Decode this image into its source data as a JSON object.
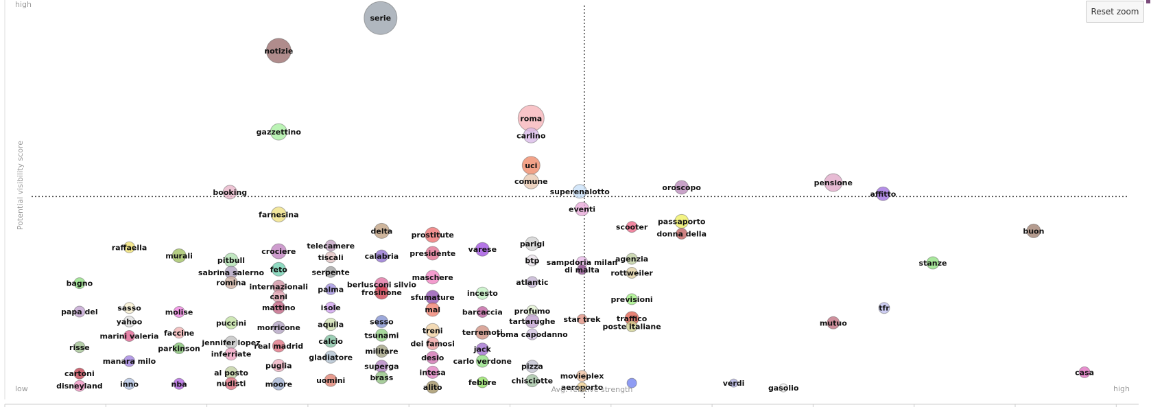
{
  "controls": {
    "reset_zoom_label": "Reset zoom"
  },
  "chart_data": {
    "type": "scatter",
    "title": "",
    "xlabel": "Avg. relative strength",
    "ylabel": "Potential visibility score",
    "corner_labels": {
      "y_high": "high",
      "y_low": "low",
      "x_high": "high"
    },
    "xlim": [
      0,
      100
    ],
    "ylim": [
      0,
      100
    ],
    "reference_lines": {
      "x": 51.2,
      "y": 50.8
    },
    "grid": false,
    "points": [
      {
        "label": "serie",
        "x": 33.2,
        "y": 95.5,
        "size": 24,
        "color": "#9aa3ad"
      },
      {
        "label": "notizie",
        "x": 24.2,
        "y": 87.3,
        "size": 18,
        "color": "#9a6b6b"
      },
      {
        "label": "gazzettino",
        "x": 24.2,
        "y": 67.0,
        "size": 12,
        "color": "#a8f0a0"
      },
      {
        "label": "booking",
        "x": 19.9,
        "y": 51.9,
        "size": 10,
        "color": "#e8b4c8"
      },
      {
        "label": "roma",
        "x": 46.5,
        "y": 70.4,
        "size": 19,
        "color": "#f6b4b8"
      },
      {
        "label": "carlino",
        "x": 46.5,
        "y": 66.1,
        "size": 11,
        "color": "#d8b8e8"
      },
      {
        "label": "uci",
        "x": 46.5,
        "y": 58.6,
        "size": 13,
        "color": "#ee8866"
      },
      {
        "label": "comune",
        "x": 46.5,
        "y": 54.6,
        "size": 11,
        "color": "#e8c8b0"
      },
      {
        "label": "superenalotto",
        "x": 50.8,
        "y": 52.1,
        "size": 10,
        "color": "#c8e0f8"
      },
      {
        "label": "oroscopo",
        "x": 59.8,
        "y": 53.1,
        "size": 10,
        "color": "#b888b8"
      },
      {
        "label": "pensione",
        "x": 73.2,
        "y": 54.3,
        "size": 13,
        "color": "#e0a8c8"
      },
      {
        "label": "affitto",
        "x": 77.6,
        "y": 51.5,
        "size": 10,
        "color": "#a070e0"
      },
      {
        "label": "eventi",
        "x": 51.0,
        "y": 47.7,
        "size": 10,
        "color": "#e8a8d8"
      },
      {
        "label": "farnesina",
        "x": 24.2,
        "y": 46.3,
        "size": 11,
        "color": "#f0e080"
      },
      {
        "label": "delta",
        "x": 33.3,
        "y": 42.2,
        "size": 11,
        "color": "#c0a080"
      },
      {
        "label": "prostitute",
        "x": 37.8,
        "y": 41.2,
        "size": 11,
        "color": "#ee7070"
      },
      {
        "label": "scooter",
        "x": 55.4,
        "y": 43.2,
        "size": 8,
        "color": "#ee6688"
      },
      {
        "label": "passaporto",
        "x": 59.8,
        "y": 44.6,
        "size": 10,
        "color": "#f0f060"
      },
      {
        "label": "donna della",
        "x": 59.8,
        "y": 41.5,
        "size": 8,
        "color": "#c06060"
      },
      {
        "label": "buon",
        "x": 90.9,
        "y": 42.2,
        "size": 10,
        "color": "#a08070"
      },
      {
        "label": "raffaella",
        "x": 11.0,
        "y": 38.1,
        "size": 8,
        "color": "#f0e070"
      },
      {
        "label": "murali",
        "x": 15.4,
        "y": 36.0,
        "size": 10,
        "color": "#a0c060"
      },
      {
        "label": "telecamere",
        "x": 28.8,
        "y": 38.5,
        "size": 8,
        "color": "#c0a0c0"
      },
      {
        "label": "crociere",
        "x": 24.2,
        "y": 37.1,
        "size": 11,
        "color": "#c080c0"
      },
      {
        "label": "calabria",
        "x": 33.3,
        "y": 35.9,
        "size": 9,
        "color": "#9070d0"
      },
      {
        "label": "presidente",
        "x": 37.8,
        "y": 36.6,
        "size": 10,
        "color": "#e07090"
      },
      {
        "label": "varese",
        "x": 42.2,
        "y": 37.6,
        "size": 10,
        "color": "#a050e0"
      },
      {
        "label": "parigi",
        "x": 46.6,
        "y": 39.0,
        "size": 10,
        "color": "#d0d0d0"
      },
      {
        "label": "tiscali",
        "x": 28.8,
        "y": 35.6,
        "size": 8,
        "color": "#e0c0c0"
      },
      {
        "label": "pitbull",
        "x": 20.0,
        "y": 34.9,
        "size": 10,
        "color": "#b0e0b0"
      },
      {
        "label": "btp",
        "x": 46.6,
        "y": 34.8,
        "size": 8,
        "color": "#e8e0e8"
      },
      {
        "label": "sampdoria milan",
        "x": 51.0,
        "y": 34.4,
        "size": 8,
        "color": "#e8b8e8"
      },
      {
        "label": "agenzia",
        "x": 55.4,
        "y": 35.2,
        "size": 8,
        "color": "#c0d0a0"
      },
      {
        "label": "stanze",
        "x": 82.0,
        "y": 34.2,
        "size": 9,
        "color": "#90e080"
      },
      {
        "label": "feto",
        "x": 24.2,
        "y": 32.6,
        "size": 10,
        "color": "#70d0b0"
      },
      {
        "label": "sabrina salerno",
        "x": 20.0,
        "y": 31.8,
        "size": 9,
        "color": "#b0a0c0"
      },
      {
        "label": "serpente",
        "x": 28.8,
        "y": 31.9,
        "size": 8,
        "color": "#a0a0a0"
      },
      {
        "label": "maschere",
        "x": 37.8,
        "y": 30.6,
        "size": 10,
        "color": "#f080c0"
      },
      {
        "label": "rottweiler",
        "x": 55.4,
        "y": 31.7,
        "size": 8,
        "color": "#e0d0a0"
      },
      {
        "label": "bagno",
        "x": 6.6,
        "y": 29.1,
        "size": 8,
        "color": "#90e080"
      },
      {
        "label": "romina",
        "x": 20.0,
        "y": 29.3,
        "size": 9,
        "color": "#d0b0a0"
      },
      {
        "label": "internazionali",
        "x": 24.2,
        "y": 28.3,
        "size": 9,
        "color": "#d090a0"
      },
      {
        "label": "palma",
        "x": 28.8,
        "y": 27.6,
        "size": 8,
        "color": "#a090e0"
      },
      {
        "label": "berlusconi silvio",
        "x": 33.3,
        "y": 28.8,
        "size": 10,
        "color": "#e070a0"
      },
      {
        "label": "incesto",
        "x": 42.2,
        "y": 26.6,
        "size": 9,
        "color": "#c0f0c0"
      },
      {
        "label": "atlantic",
        "x": 46.6,
        "y": 29.4,
        "size": 8,
        "color": "#c0b0d0"
      },
      {
        "label": "di malta",
        "x": 51.0,
        "y": 32.5,
        "size": 7,
        "color": "#905090"
      },
      {
        "label": "cani",
        "x": 24.2,
        "y": 25.8,
        "size": 9,
        "color": "#e0a0b0"
      },
      {
        "label": "sfumature",
        "x": 37.8,
        "y": 25.6,
        "size": 10,
        "color": "#9050b0"
      },
      {
        "label": "previsioni",
        "x": 55.4,
        "y": 25.1,
        "size": 8,
        "color": "#a0f080"
      },
      {
        "label": "frosinone",
        "x": 33.3,
        "y": 26.8,
        "size": 10,
        "color": "#d04050"
      },
      {
        "label": "sasso",
        "x": 11.0,
        "y": 22.9,
        "size": 8,
        "color": "#f8f0d0"
      },
      {
        "label": "isole",
        "x": 28.8,
        "y": 23.0,
        "size": 8,
        "color": "#d0a0f0"
      },
      {
        "label": "mattino",
        "x": 24.2,
        "y": 23.0,
        "size": 9,
        "color": "#c06080"
      },
      {
        "label": "mal",
        "x": 37.8,
        "y": 22.5,
        "size": 10,
        "color": "#f08070"
      },
      {
        "label": "barcaccia",
        "x": 42.2,
        "y": 21.9,
        "size": 8,
        "color": "#c060a0"
      },
      {
        "label": "profumo",
        "x": 46.6,
        "y": 22.2,
        "size": 8,
        "color": "#e0f0d0"
      },
      {
        "label": "tfr",
        "x": 77.7,
        "y": 22.9,
        "size": 8,
        "color": "#c0c0f0"
      },
      {
        "label": "papa del",
        "x": 6.6,
        "y": 22.0,
        "size": 8,
        "color": "#c0a0d0"
      },
      {
        "label": "molise",
        "x": 15.4,
        "y": 21.9,
        "size": 8,
        "color": "#f080e0"
      },
      {
        "label": "yahoo",
        "x": 11.0,
        "y": 19.5,
        "size": 8,
        "color": "#e0e0e0"
      },
      {
        "label": "star trek",
        "x": 51.0,
        "y": 20.1,
        "size": 7,
        "color": "#e09080"
      },
      {
        "label": "traffico",
        "x": 55.4,
        "y": 20.3,
        "size": 10,
        "color": "#e06050"
      },
      {
        "label": "tartarughe",
        "x": 46.6,
        "y": 19.6,
        "size": 10,
        "color": "#c0a0d0"
      },
      {
        "label": "aquila",
        "x": 28.8,
        "y": 18.8,
        "size": 9,
        "color": "#d0e0b0"
      },
      {
        "label": "sesso",
        "x": 33.3,
        "y": 19.5,
        "size": 9,
        "color": "#8090d0"
      },
      {
        "label": "puccini",
        "x": 20.0,
        "y": 19.2,
        "size": 9,
        "color": "#c0e0a0"
      },
      {
        "label": "mutuo",
        "x": 73.2,
        "y": 19.2,
        "size": 9,
        "color": "#c07080"
      },
      {
        "label": "morricone",
        "x": 24.2,
        "y": 18.0,
        "size": 9,
        "color": "#b0a0c0"
      },
      {
        "label": "poste italiane",
        "x": 55.4,
        "y": 18.3,
        "size": 8,
        "color": "#d0d090"
      },
      {
        "label": "treni",
        "x": 37.8,
        "y": 17.3,
        "size": 10,
        "color": "#f0d0a0"
      },
      {
        "label": "faccine",
        "x": 15.4,
        "y": 16.7,
        "size": 8,
        "color": "#f0b0b0"
      },
      {
        "label": "terremoti",
        "x": 42.2,
        "y": 16.8,
        "size": 10,
        "color": "#d09080"
      },
      {
        "label": "tsunami",
        "x": 33.3,
        "y": 16.1,
        "size": 9,
        "color": "#90d080"
      },
      {
        "label": "roma capodanno",
        "x": 46.6,
        "y": 16.3,
        "size": 8,
        "color": "#d0c0e0"
      },
      {
        "label": "marini valeria",
        "x": 11.0,
        "y": 15.9,
        "size": 8,
        "color": "#e06090"
      },
      {
        "label": "calcio",
        "x": 28.8,
        "y": 14.6,
        "size": 9,
        "color": "#80c0a0"
      },
      {
        "label": "jennifer lopez",
        "x": 20.0,
        "y": 14.3,
        "size": 9,
        "color": "#c0c0c0"
      },
      {
        "label": "real madrid",
        "x": 24.2,
        "y": 13.4,
        "size": 9,
        "color": "#e07080"
      },
      {
        "label": "dei famosi",
        "x": 37.8,
        "y": 14.0,
        "size": 9,
        "color": "#f0a0a0"
      },
      {
        "label": "risse",
        "x": 6.6,
        "y": 13.1,
        "size": 8,
        "color": "#a0c090"
      },
      {
        "label": "parkinson",
        "x": 15.4,
        "y": 12.8,
        "size": 8,
        "color": "#80c070"
      },
      {
        "label": "militare",
        "x": 33.3,
        "y": 12.1,
        "size": 9,
        "color": "#a0a080"
      },
      {
        "label": "jack",
        "x": 42.2,
        "y": 12.6,
        "size": 9,
        "color": "#a070d0"
      },
      {
        "label": "inferriate",
        "x": 20.0,
        "y": 11.4,
        "size": 9,
        "color": "#f0a0c0"
      },
      {
        "label": "gladiatore",
        "x": 28.8,
        "y": 10.6,
        "size": 9,
        "color": "#b0c0d0"
      },
      {
        "label": "desio",
        "x": 37.8,
        "y": 10.5,
        "size": 9,
        "color": "#d070b0"
      },
      {
        "label": "manara milo",
        "x": 11.0,
        "y": 9.6,
        "size": 8,
        "color": "#a080e0"
      },
      {
        "label": "carlo verdone",
        "x": 42.2,
        "y": 9.6,
        "size": 9,
        "color": "#90e080"
      },
      {
        "label": "pizza",
        "x": 46.6,
        "y": 8.3,
        "size": 9,
        "color": "#c0c0d0"
      },
      {
        "label": "puglia",
        "x": 24.2,
        "y": 8.5,
        "size": 9,
        "color": "#f0b0c0"
      },
      {
        "label": "superga",
        "x": 33.3,
        "y": 8.3,
        "size": 9,
        "color": "#b080c0"
      },
      {
        "label": "intesa",
        "x": 37.8,
        "y": 6.8,
        "size": 9,
        "color": "#e080c0"
      },
      {
        "label": "al posto",
        "x": 20.0,
        "y": 6.7,
        "size": 9,
        "color": "#c0d0a0"
      },
      {
        "label": "cartoni",
        "x": 6.6,
        "y": 6.5,
        "size": 8,
        "color": "#c04050"
      },
      {
        "label": "brass",
        "x": 33.3,
        "y": 5.5,
        "size": 9,
        "color": "#90c080"
      },
      {
        "label": "movieplex",
        "x": 51.0,
        "y": 5.9,
        "size": 8,
        "color": "#f0c0a0"
      },
      {
        "label": "uomini",
        "x": 28.8,
        "y": 4.8,
        "size": 9,
        "color": "#e08070"
      },
      {
        "label": "chisciotte",
        "x": 46.6,
        "y": 4.7,
        "size": 9,
        "color": "#a0c0a0"
      },
      {
        "label": "febbre",
        "x": 42.2,
        "y": 4.3,
        "size": 8,
        "color": "#90e060"
      },
      {
        "label": "nudisti",
        "x": 20.0,
        "y": 4.0,
        "size": 9,
        "color": "#e07080"
      },
      {
        "label": "moore",
        "x": 24.2,
        "y": 3.9,
        "size": 9,
        "color": "#a0b0d0"
      },
      {
        "label": "inno",
        "x": 11.0,
        "y": 3.9,
        "size": 8,
        "color": "#b0c0e0"
      },
      {
        "label": "nba",
        "x": 15.4,
        "y": 3.9,
        "size": 8,
        "color": "#b060e0"
      },
      {
        "label": "alito",
        "x": 37.8,
        "y": 3.1,
        "size": 9,
        "color": "#a09060"
      },
      {
        "label": "aeroporto",
        "x": 51.0,
        "y": 3.1,
        "size": 7,
        "color": "#f0d090"
      },
      {
        "label": "disneyland",
        "x": 6.6,
        "y": 3.4,
        "size": 8,
        "color": "#f090c0"
      },
      {
        "label": "verdi",
        "x": 64.4,
        "y": 4.1,
        "size": 6,
        "color": "#b0b0e0"
      },
      {
        "label": "gasolio",
        "x": 68.8,
        "y": 2.9,
        "size": 6,
        "color": "#f0f0f0"
      },
      {
        "label": "casa",
        "x": 95.4,
        "y": 6.8,
        "size": 8,
        "color": "#e070c0"
      },
      {
        "label": "",
        "x": 55.4,
        "y": 4.1,
        "size": 7,
        "color": "#7080f0"
      }
    ]
  }
}
